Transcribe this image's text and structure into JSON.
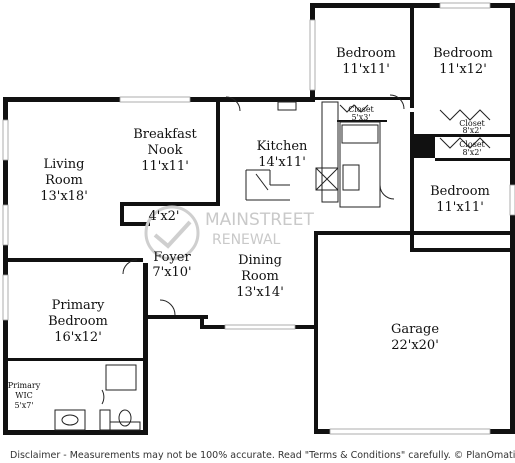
{
  "rooms": {
    "bedroom_a": {
      "name": "Bedroom",
      "dim": "11'x11'"
    },
    "bedroom_b": {
      "name": "Bedroom",
      "dim": "11'x12'"
    },
    "bedroom_c": {
      "name": "Bedroom",
      "dim": "11'x11'"
    },
    "closet_a": {
      "name": "Closet",
      "dim": "5'x3'"
    },
    "closet_b": {
      "name": "Closet",
      "dim": "8'x2'"
    },
    "closet_c": {
      "name": "Closet",
      "dim": "8'x2'"
    },
    "kitchen": {
      "name": "Kitchen",
      "dim": "14'x11'"
    },
    "breakfast": {
      "line1": "Breakfast",
      "line2": "Nook",
      "dim": "11'x11'"
    },
    "living": {
      "line1": "Living",
      "line2": "Room",
      "dim": "13'x18'"
    },
    "foyer": {
      "name": "Foyer",
      "dim": "7'x10'"
    },
    "small": {
      "dim": "4'x2'"
    },
    "dining": {
      "line1": "Dining",
      "line2": "Room",
      "dim": "13'x14'"
    },
    "primary_bed": {
      "line1": "Primary",
      "line2": "Bedroom",
      "dim": "16'x12'"
    },
    "primary_wic": {
      "line1": "Primary",
      "line2": "WIC",
      "dim": "5'x7'"
    },
    "garage": {
      "name": "Garage",
      "dim": "22'x20'"
    }
  },
  "watermark": {
    "line1": "MAINSTREET",
    "line2": "RENEWAL"
  },
  "disclaimer": "Disclaimer - Measurements may not be 100% accurate. Read \"Terms & Conditions\" carefully. © PlanOmatic"
}
